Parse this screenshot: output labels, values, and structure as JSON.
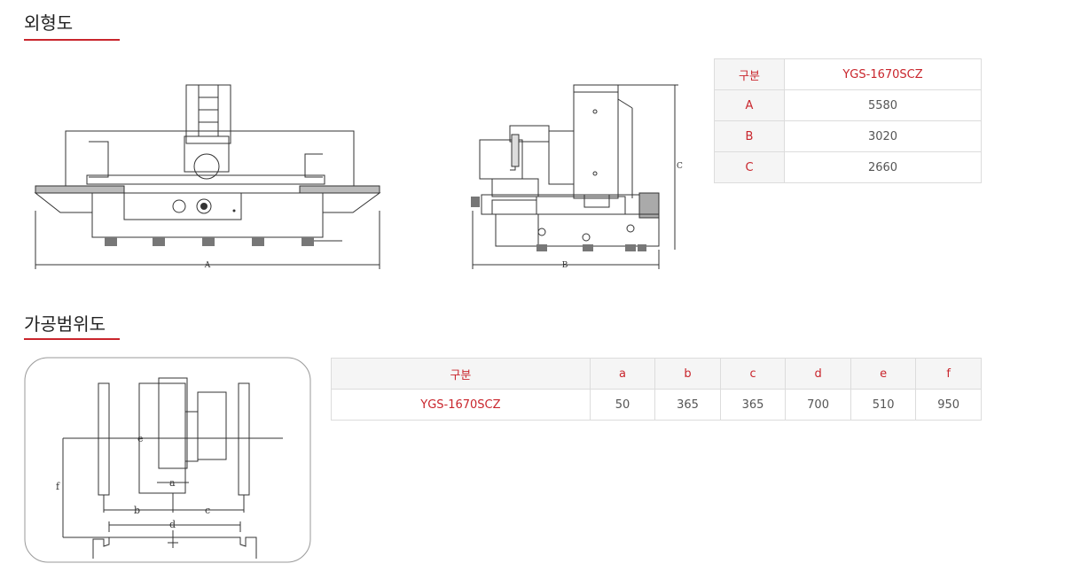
{
  "sections": {
    "exterior": {
      "title": "외형도"
    },
    "range": {
      "title": "가공범위도"
    }
  },
  "exterior_drawing": {
    "dimension_labels": {
      "front_width": "A",
      "side_width": "B",
      "height": "C"
    }
  },
  "exterior_table": {
    "header": {
      "label": "구분",
      "model": "YGS-1670SCZ"
    },
    "rows": [
      {
        "label": "A",
        "value": "5580"
      },
      {
        "label": "B",
        "value": "3020"
      },
      {
        "label": "C",
        "value": "2660"
      }
    ]
  },
  "range_drawing": {
    "labels": {
      "a": "a",
      "b": "b",
      "c": "c",
      "d": "d",
      "e": "e",
      "f": "f"
    }
  },
  "range_table": {
    "headers": [
      "구분",
      "a",
      "b",
      "c",
      "d",
      "e",
      "f"
    ],
    "row": {
      "model": "YGS-1670SCZ",
      "values": [
        "50",
        "365",
        "365",
        "700",
        "510",
        "950"
      ]
    }
  }
}
